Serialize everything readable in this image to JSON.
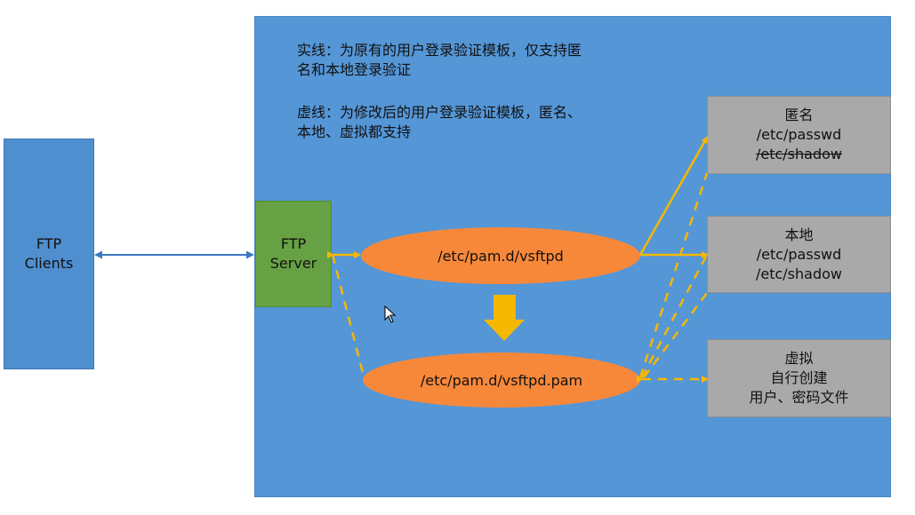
{
  "clients": {
    "label": "FTP\nClients"
  },
  "server": {
    "label": "FTP\nServer"
  },
  "notes": {
    "solid_line": "实线：为原有的用户登录验证模板，仅支持匿名和本地登录验证",
    "dashed_line": "虚线：为修改后的用户登录验证模板，匿名、本地、虚拟都支持"
  },
  "pam_files": {
    "original": "/etc/pam.d/vsftpd",
    "modified": "/etc/pam.d/vsftpd.pam"
  },
  "targets": {
    "anonymous": {
      "title": "匿名",
      "line1": "/etc/passwd",
      "line2": "/etc/shadow"
    },
    "local": {
      "title": "本地",
      "line1": "/etc/passwd",
      "line2": "/etc/shadow"
    },
    "virtual": {
      "title": "虚拟",
      "line1": "自行创建",
      "line2": "用户、密码文件"
    }
  },
  "colors": {
    "panel": "#5596d6",
    "clients": "#4f8fd0",
    "server": "#66a143",
    "ellipse": "#f7883a",
    "target_box": "#a9a9a9",
    "connector": "#f5b800",
    "link_arrow": "#3a78c2"
  }
}
